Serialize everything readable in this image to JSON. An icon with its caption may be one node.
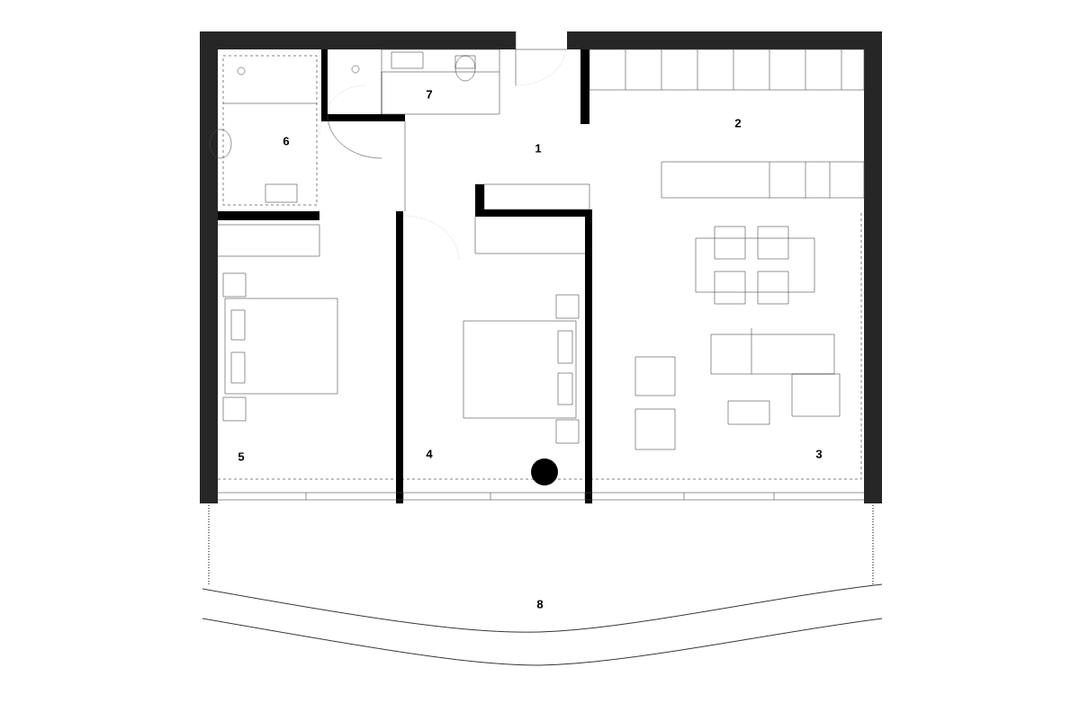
{
  "diagram": {
    "labels": [
      "7",
      "2",
      "6",
      "1",
      "5",
      "4",
      "3",
      "8"
    ]
  }
}
